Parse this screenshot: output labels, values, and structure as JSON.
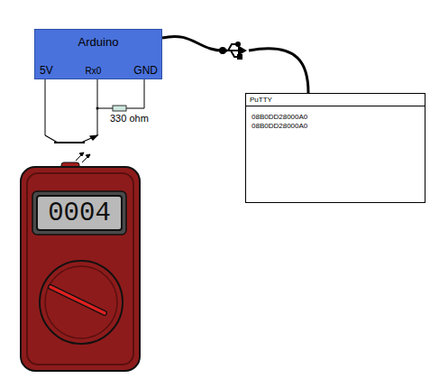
{
  "diagram": {
    "nodes": [
      {
        "text": [
          "Arduino",
          "5V",
          "Rx0",
          "GND"
        ]
      },
      {
        "text": [
          "PuTTY",
          "08B0DD28000A0",
          "08B0DD28000A0"
        ]
      },
      {
        "text": [
          "0004"
        ]
      }
    ],
    "edges": [
      {
        "from": 0,
        "to": 1,
        "arrow": "none"
      }
    ],
    "labels": [
      "330 ohm"
    ]
  }
}
